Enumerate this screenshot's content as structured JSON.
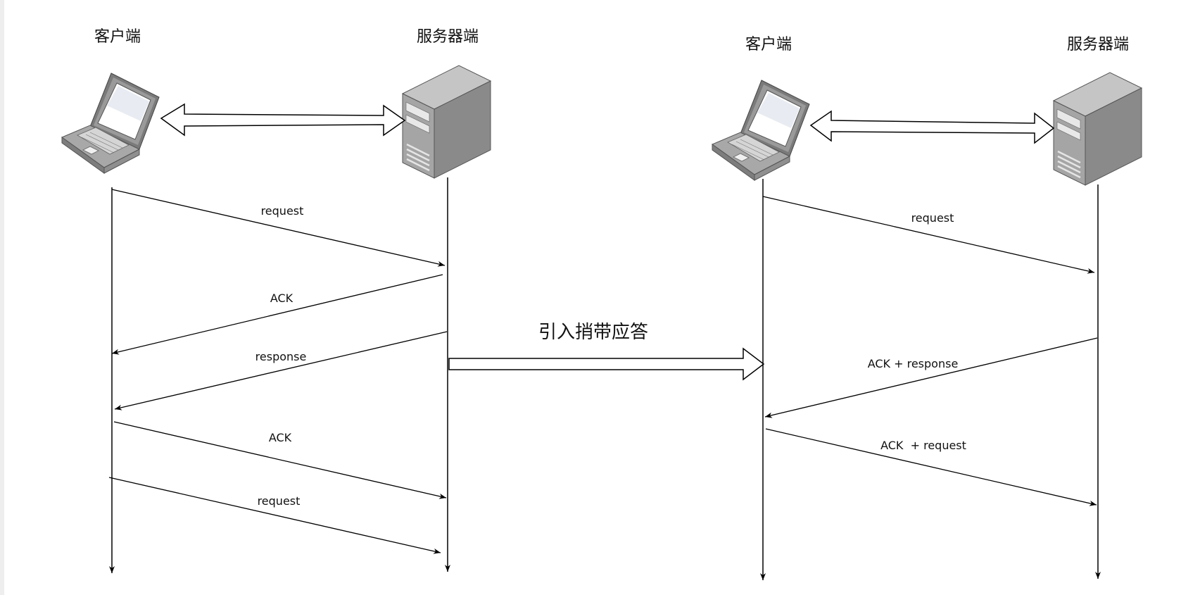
{
  "left_diagram": {
    "client_label": "客户端",
    "server_label": "服务器端",
    "messages": [
      {
        "label": "request",
        "direction": "client-to-server"
      },
      {
        "label": "ACK",
        "direction": "server-to-client"
      },
      {
        "label": "response",
        "direction": "server-to-client"
      },
      {
        "label": "ACK",
        "direction": "client-to-server"
      },
      {
        "label": "request",
        "direction": "client-to-server"
      }
    ]
  },
  "center": {
    "label": "引入捎带应答"
  },
  "right_diagram": {
    "client_label": "客户端",
    "server_label": "服务器端",
    "messages": [
      {
        "label": "request",
        "direction": "client-to-server"
      },
      {
        "label": "ACK + response",
        "direction": "server-to-client"
      },
      {
        "label": "ACK  + request",
        "direction": "client-to-server"
      }
    ]
  },
  "icons": [
    "laptop-icon",
    "server-icon",
    "double-arrow-icon"
  ],
  "colors": {
    "line": "#000000",
    "device_gray": "#8c8c8c",
    "device_light": "#b5b5b5",
    "device_dark": "#6a6a6a"
  }
}
